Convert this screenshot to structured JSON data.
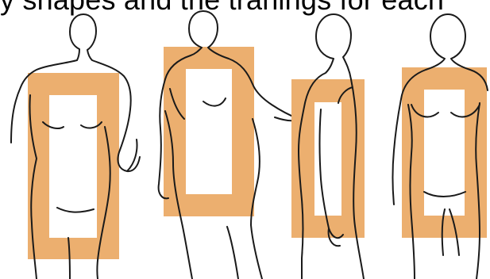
{
  "caption": {
    "text": "y shapes and the tranings for each"
  },
  "colors": {
    "frame": "#ecaf6f",
    "outline": "#1a1a1a",
    "background": "#ffffff"
  },
  "figures": [
    {
      "name": "figure-1",
      "shape": "rectangle-frame"
    },
    {
      "name": "figure-2",
      "shape": "rectangle-frame"
    },
    {
      "name": "figure-3",
      "shape": "rectangle-frame"
    },
    {
      "name": "figure-4",
      "shape": "rectangle-frame"
    }
  ]
}
